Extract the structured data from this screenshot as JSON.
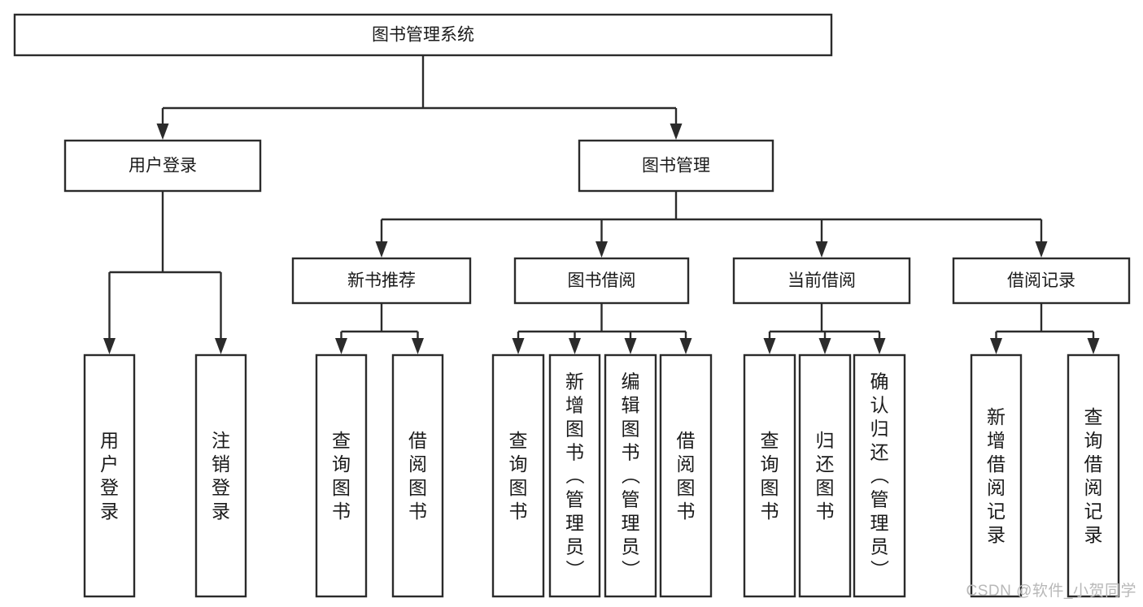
{
  "diagram": {
    "type": "tree",
    "title": "图书管理系统",
    "orientation": "top-down",
    "colors": {
      "stroke": "#2b2b2b",
      "box_fill": "#ffffff",
      "text": "#1a1a1a",
      "background": "#ffffff",
      "watermark": "#b8b8b8"
    },
    "nodes": {
      "root": {
        "label": "图书管理系统",
        "level": 1,
        "orientation": "horizontal"
      },
      "user_login": {
        "label": "用户登录",
        "level": 2,
        "orientation": "horizontal"
      },
      "book_manage": {
        "label": "图书管理",
        "level": 2,
        "orientation": "horizontal"
      },
      "new_book_rec": {
        "label": "新书推荐",
        "level": 3,
        "orientation": "horizontal"
      },
      "book_borrow": {
        "label": "图书借阅",
        "level": 3,
        "orientation": "horizontal"
      },
      "current_borrow": {
        "label": "当前借阅",
        "level": 3,
        "orientation": "horizontal"
      },
      "borrow_record": {
        "label": "借阅记录",
        "level": 3,
        "orientation": "horizontal"
      },
      "leaf_user_login": {
        "label": "用户登录",
        "level": 4,
        "orientation": "vertical"
      },
      "leaf_logout": {
        "label": "注销登录",
        "level": 4,
        "orientation": "vertical"
      },
      "leaf_rec_query": {
        "label": "查询图书",
        "level": 4,
        "orientation": "vertical"
      },
      "leaf_rec_borrow": {
        "label": "借阅图书",
        "level": 4,
        "orientation": "vertical"
      },
      "leaf_borrow_query": {
        "label": "查询图书",
        "level": 4,
        "orientation": "vertical"
      },
      "leaf_add_book": {
        "label": "新增图书（管理员）",
        "level": 4,
        "orientation": "vertical"
      },
      "leaf_edit_book": {
        "label": "编辑图书（管理员）",
        "level": 4,
        "orientation": "vertical"
      },
      "leaf_borrow_book": {
        "label": "借阅图书",
        "level": 4,
        "orientation": "vertical"
      },
      "leaf_cur_query": {
        "label": "查询图书",
        "level": 4,
        "orientation": "vertical"
      },
      "leaf_return_book": {
        "label": "归还图书",
        "level": 4,
        "orientation": "vertical"
      },
      "leaf_confirm_return": {
        "label": "确认归还（管理员）",
        "level": 4,
        "orientation": "vertical"
      },
      "leaf_add_record": {
        "label": "新增借阅记录",
        "level": 4,
        "orientation": "vertical"
      },
      "leaf_query_record": {
        "label": "查询借阅记录",
        "level": 4,
        "orientation": "vertical"
      }
    },
    "edges": [
      {
        "from": "root",
        "to": "user_login"
      },
      {
        "from": "root",
        "to": "book_manage"
      },
      {
        "from": "book_manage",
        "to": "new_book_rec"
      },
      {
        "from": "book_manage",
        "to": "book_borrow"
      },
      {
        "from": "book_manage",
        "to": "current_borrow"
      },
      {
        "from": "book_manage",
        "to": "borrow_record"
      },
      {
        "from": "user_login",
        "to": "leaf_user_login"
      },
      {
        "from": "user_login",
        "to": "leaf_logout"
      },
      {
        "from": "new_book_rec",
        "to": "leaf_rec_query"
      },
      {
        "from": "new_book_rec",
        "to": "leaf_rec_borrow"
      },
      {
        "from": "book_borrow",
        "to": "leaf_borrow_query"
      },
      {
        "from": "book_borrow",
        "to": "leaf_add_book"
      },
      {
        "from": "book_borrow",
        "to": "leaf_edit_book"
      },
      {
        "from": "book_borrow",
        "to": "leaf_borrow_book"
      },
      {
        "from": "current_borrow",
        "to": "leaf_cur_query"
      },
      {
        "from": "current_borrow",
        "to": "leaf_return_book"
      },
      {
        "from": "current_borrow",
        "to": "leaf_confirm_return"
      },
      {
        "from": "borrow_record",
        "to": "leaf_add_record"
      },
      {
        "from": "borrow_record",
        "to": "leaf_query_record"
      }
    ]
  },
  "watermark": {
    "text": "CSDN @软件_小贺同学"
  }
}
